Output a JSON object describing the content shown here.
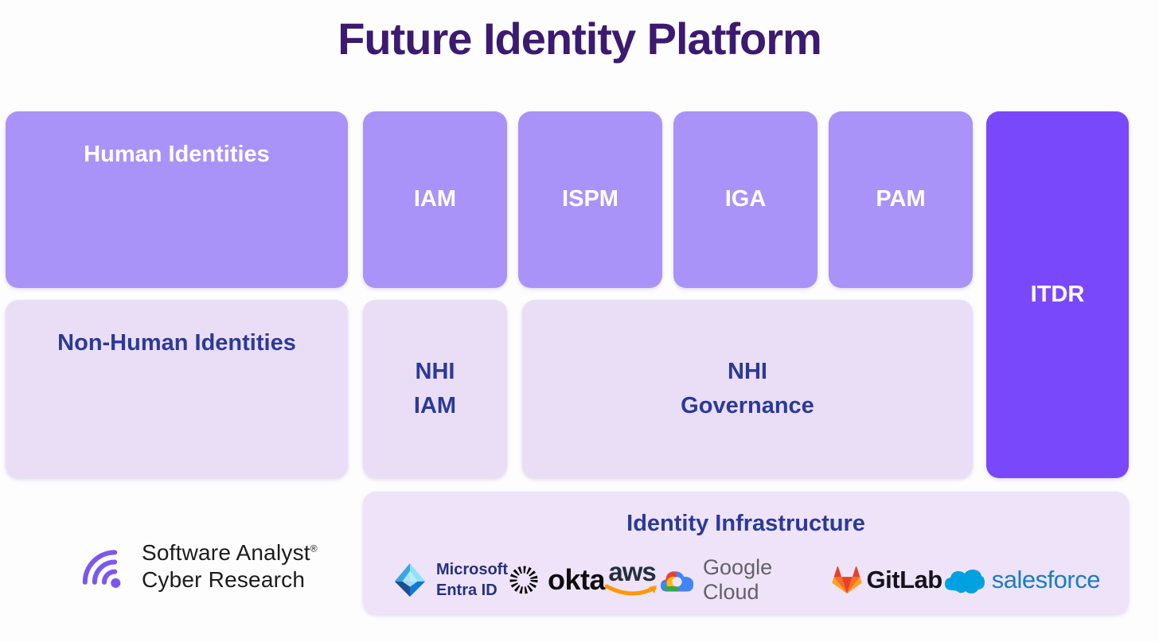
{
  "title": "Future Identity Platform",
  "colors": {
    "title_text": "#3b1a70",
    "box_purple": "#a992f8",
    "box_dark_purple": "#7a48fb",
    "box_lavender": "#eadef7",
    "text_indigo": "#2b3a96",
    "text_white": "#ffffff",
    "brand_purple_icon": "#7b57ee"
  },
  "boxes": {
    "human": {
      "label": "Human Identities"
    },
    "iam": {
      "label": "IAM"
    },
    "ispm": {
      "label": "ISPM"
    },
    "iga": {
      "label": "IGA"
    },
    "pam": {
      "label": "PAM"
    },
    "itdr": {
      "label": "ITDR"
    },
    "non_human": {
      "label": "Non-Human Identities"
    },
    "nhi_iam": {
      "line1": "NHI",
      "line2": "IAM"
    },
    "nhi_governance": {
      "line1": "NHI",
      "line2": "Governance"
    },
    "infrastructure": {
      "title": "Identity Infrastructure"
    }
  },
  "vendors": {
    "entra": {
      "name": "Microsoft Entra ID",
      "line1": "Microsoft",
      "line2": "Entra ID"
    },
    "okta": {
      "label": "okta"
    },
    "aws": {
      "label": "aws"
    },
    "gcloud": {
      "label": "Google Cloud"
    },
    "gitlab": {
      "label": "GitLab"
    },
    "salesforce": {
      "label": "salesforce"
    }
  },
  "footer": {
    "line1": "Software Analyst",
    "registered": "®",
    "line2": "Cyber Research"
  }
}
